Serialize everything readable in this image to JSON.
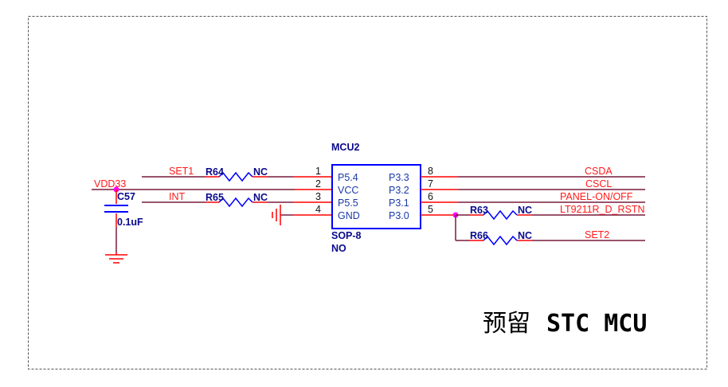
{
  "sheet": {
    "title_cn": "预留",
    "title_en": "STC MCU"
  },
  "colors": {
    "wire": "#7a1a3a",
    "pin_line": "#ff0000",
    "component": "#0000ff",
    "net_label": "#ff1a1a",
    "junction": "#ff00ff",
    "ref_text": "#0a0a8c",
    "border": "#555555"
  },
  "mcu": {
    "ref": "MCU2",
    "package": "SOP-8",
    "note": "NO",
    "left_pins": [
      {
        "num": "1",
        "name": "P5.4"
      },
      {
        "num": "2",
        "name": "VCC"
      },
      {
        "num": "3",
        "name": "P5.5"
      },
      {
        "num": "4",
        "name": "GND"
      }
    ],
    "right_pins": [
      {
        "num": "8",
        "name": "P3.3"
      },
      {
        "num": "7",
        "name": "P3.2"
      },
      {
        "num": "6",
        "name": "P3.1"
      },
      {
        "num": "5",
        "name": "P3.0"
      }
    ]
  },
  "capacitor": {
    "ref": "C57",
    "value": "0.1uF"
  },
  "power_net": "VDD33",
  "resistors": [
    {
      "ref": "R64",
      "value": "NC"
    },
    {
      "ref": "R65",
      "value": "NC"
    },
    {
      "ref": "R63",
      "value": "NC"
    },
    {
      "ref": "R66",
      "value": "NC"
    }
  ],
  "nets": {
    "left": [
      "SET1",
      "INT"
    ],
    "right": [
      "CSDA",
      "CSCL",
      "PANEL-ON/OFF",
      "LT9211R_D_RSTN",
      "SET2"
    ]
  }
}
